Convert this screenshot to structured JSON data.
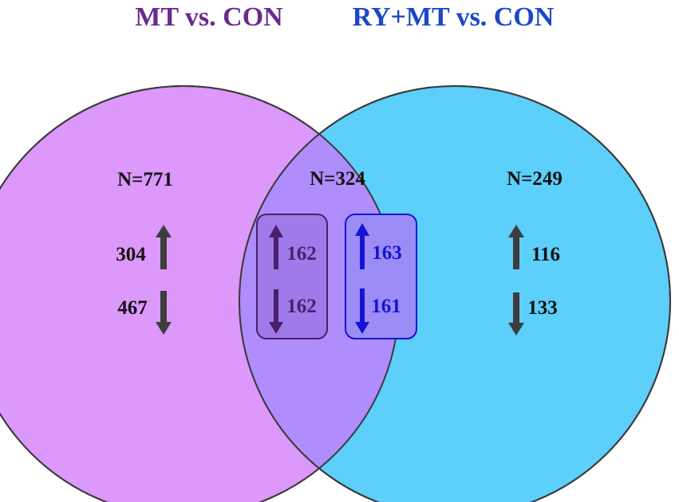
{
  "diagram": {
    "left_set": {
      "title": "MT vs. CON",
      "title_color": "#6a2a8e",
      "fill": "#dc98fa",
      "total": "N=771",
      "up": "304",
      "down": "467",
      "arrow_color": "#3d3d3d",
      "number_color": "#111111"
    },
    "right_set": {
      "title": "RY+MT vs. CON",
      "title_color": "#1b47c9",
      "fill": "#5ccffb",
      "total": "N=249",
      "up": "116",
      "down": "133",
      "arrow_color": "#3d3d3d",
      "number_color": "#111111"
    },
    "overlap": {
      "total": "N=324",
      "fill": "#b08dfc",
      "left_box": {
        "up": "162",
        "down": "162",
        "color": "#4a1f6e",
        "fill": "#9f7ae8"
      },
      "right_box": {
        "up": "163",
        "down": "161",
        "color": "#1414d6",
        "fill": "#9c8cf6"
      }
    },
    "outline_color": "#3a3a3a"
  }
}
